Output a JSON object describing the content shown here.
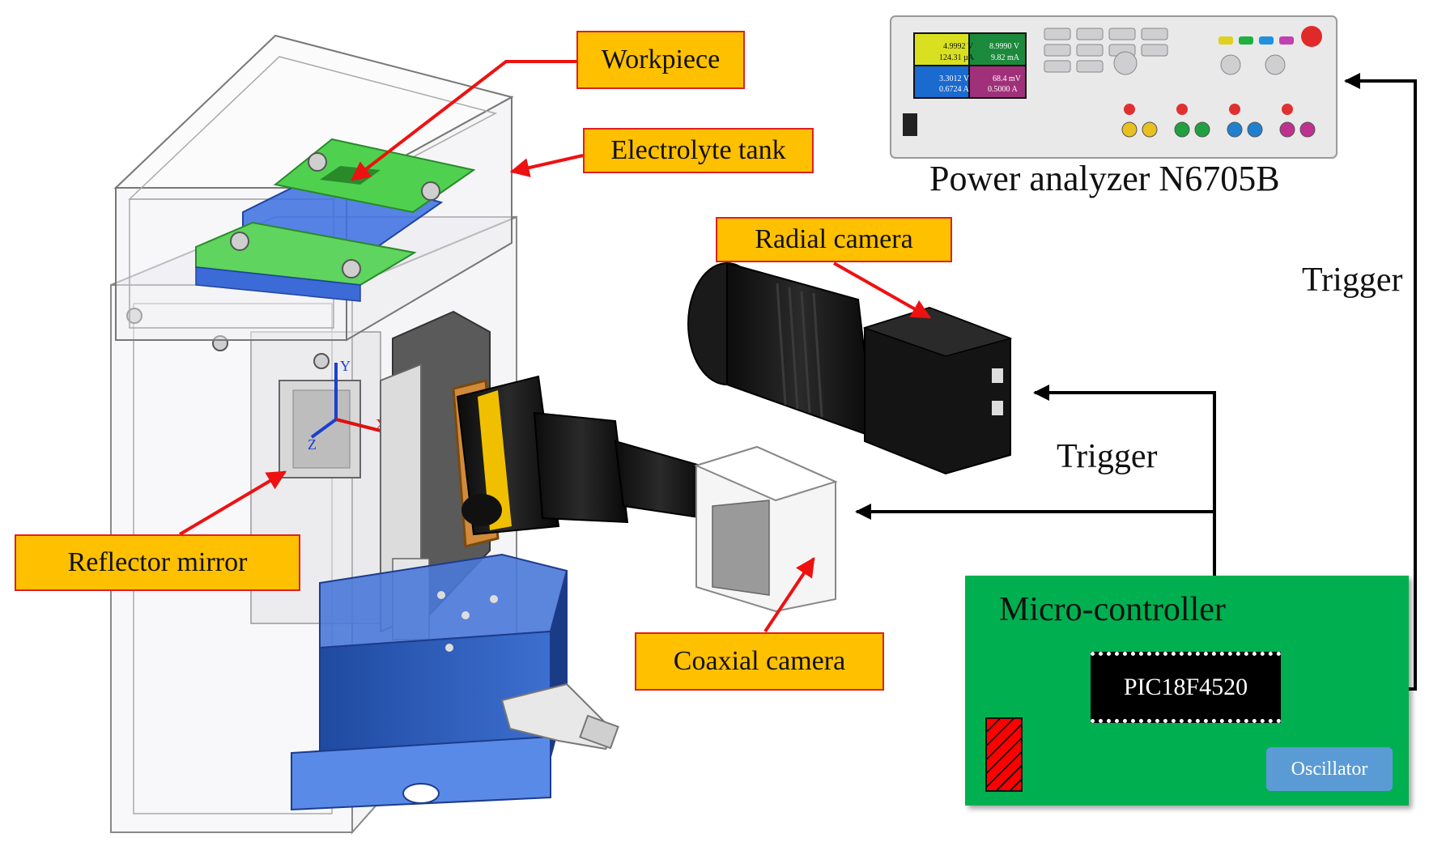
{
  "labels": {
    "workpiece": "Workpiece",
    "electrolyte_tank": "Electrolyte tank",
    "radial_camera": "Radial camera",
    "coaxial_camera": "Coaxial camera",
    "reflector_mirror": "Reflector mirror",
    "power_analyzer": "Power analyzer N6705B",
    "trigger_right": "Trigger",
    "trigger_middle": "Trigger"
  },
  "microcontroller": {
    "title": "Micro-controller",
    "chip": "PIC18F4520",
    "oscillator": "Oscillator"
  },
  "axes": {
    "x": "X",
    "y": "Y",
    "z": "Z"
  },
  "instrument_screen": {
    "ch1": [
      "4.9992 V",
      "124.31 µA"
    ],
    "ch2": [
      "8.9990 V",
      "9.82 mA"
    ],
    "ch3": [
      "3.3012 V",
      "0.6724 A"
    ],
    "ch4": [
      "68.4 mV",
      "0.5000 A"
    ]
  },
  "colors": {
    "callout_fill": "#ffc000",
    "callout_border": "#e02020",
    "arrow_red": "#ee1111",
    "board_green": "#00b050",
    "oscillator_blue": "#5b9bd5"
  }
}
